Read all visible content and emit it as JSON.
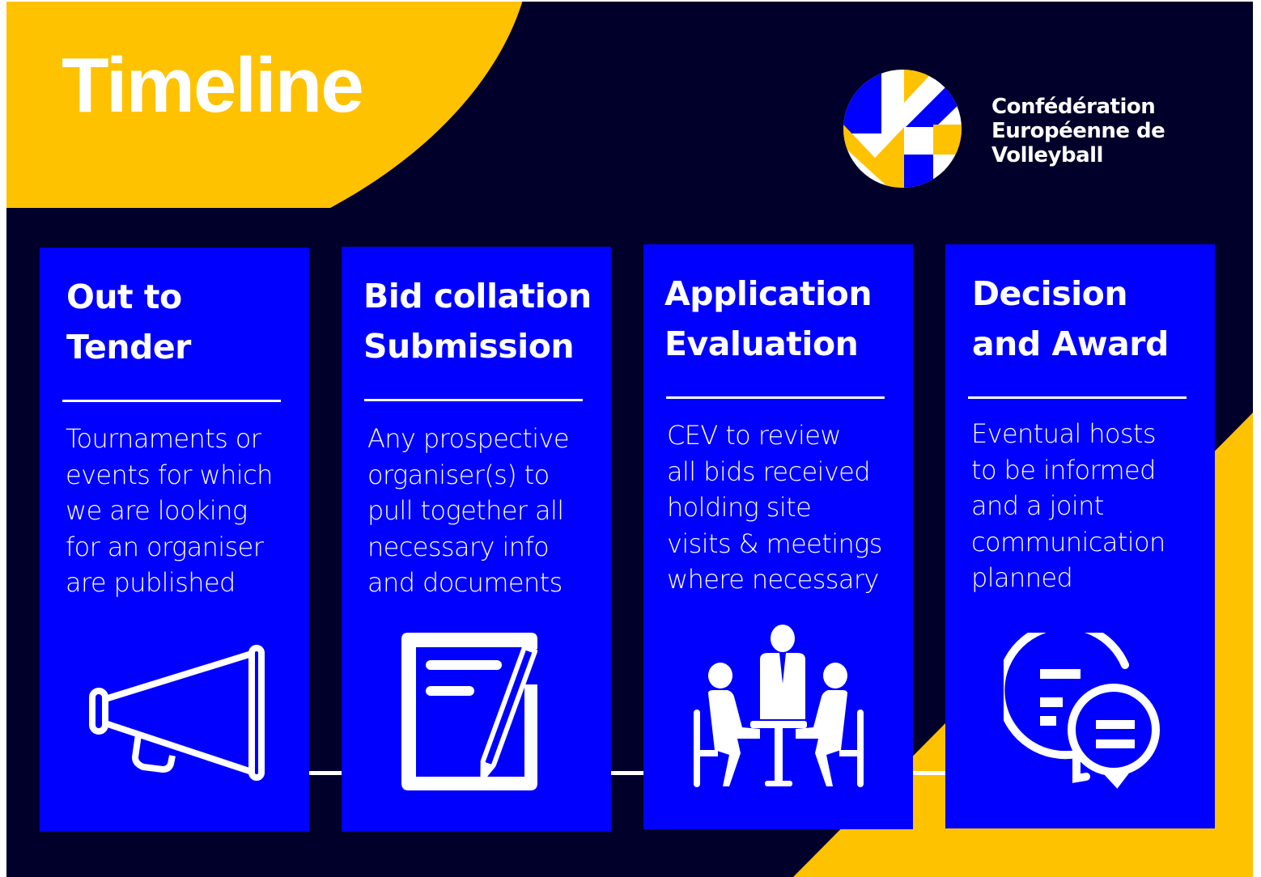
{
  "header": {
    "title": "Timeline"
  },
  "brand": {
    "logo_icon": "cev-checkmark-circle-logo",
    "name_lines": [
      "Confédération",
      "Européenne de",
      "Volleyball"
    ]
  },
  "colors": {
    "background": "#00002a",
    "accent_yellow": "#ffc200",
    "card_blue": "#0000ff",
    "text": "#ffffff"
  },
  "steps": [
    {
      "title_lines": [
        "Out to",
        "Tender"
      ],
      "description_lines": [
        "Tournaments or",
        "events for which",
        "we are looking",
        "for an organiser",
        "are published"
      ],
      "icon": "megaphone-icon"
    },
    {
      "title_lines": [
        "Bid collation",
        "Submission"
      ],
      "description_lines": [
        "Any prospective",
        "organiser(s) to",
        "pull together all",
        "necessary info",
        "and documents"
      ],
      "icon": "document-pencil-icon"
    },
    {
      "title_lines": [
        "Application",
        "Evaluation"
      ],
      "description_lines": [
        "CEV to review",
        "all bids received",
        "holding site",
        "visits & meetings",
        "where necessary"
      ],
      "icon": "meeting-people-icon"
    },
    {
      "title_lines": [
        "Decision",
        "and Award"
      ],
      "description_lines": [
        "Eventual hosts",
        "to be informed",
        "and a joint",
        "communication",
        "planned"
      ],
      "icon": "chat-bubbles-icon"
    }
  ]
}
